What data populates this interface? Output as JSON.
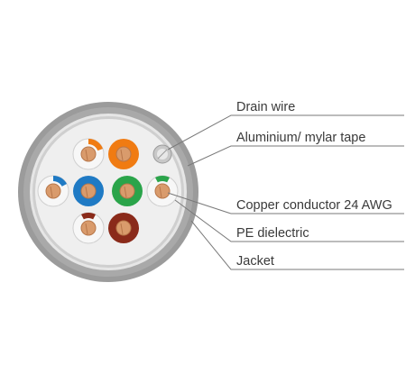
{
  "labels": {
    "drain_wire": "Drain wire",
    "foil_tape": "Aluminium/ mylar tape",
    "conductor": "Copper conductor 24 AWG",
    "dielectric": "PE dielectric",
    "jacket": "Jacket"
  },
  "colors": {
    "jacket": "#9b9b9b",
    "jacket_inner": "#b8b8b8",
    "foil": "#d4d4d4",
    "core_fill": "#efefef",
    "copper": "#d99b6c",
    "copper_dark": "#b8774a",
    "insulation_white": "#f7f7f7",
    "orange": "#f07b12",
    "blue": "#1f7ac4",
    "green": "#2aa44a",
    "brown": "#8a2a1a",
    "leader": "#7a7a7a"
  },
  "pairs": [
    {
      "name": "orange",
      "white_stripe_color": "orange",
      "solid_color": "orange"
    },
    {
      "name": "blue",
      "white_stripe_color": "blue",
      "solid_color": "blue"
    },
    {
      "name": "green",
      "white_stripe_color": "green",
      "solid_color": "green"
    },
    {
      "name": "brown",
      "white_stripe_color": "brown",
      "solid_color": "brown"
    }
  ]
}
